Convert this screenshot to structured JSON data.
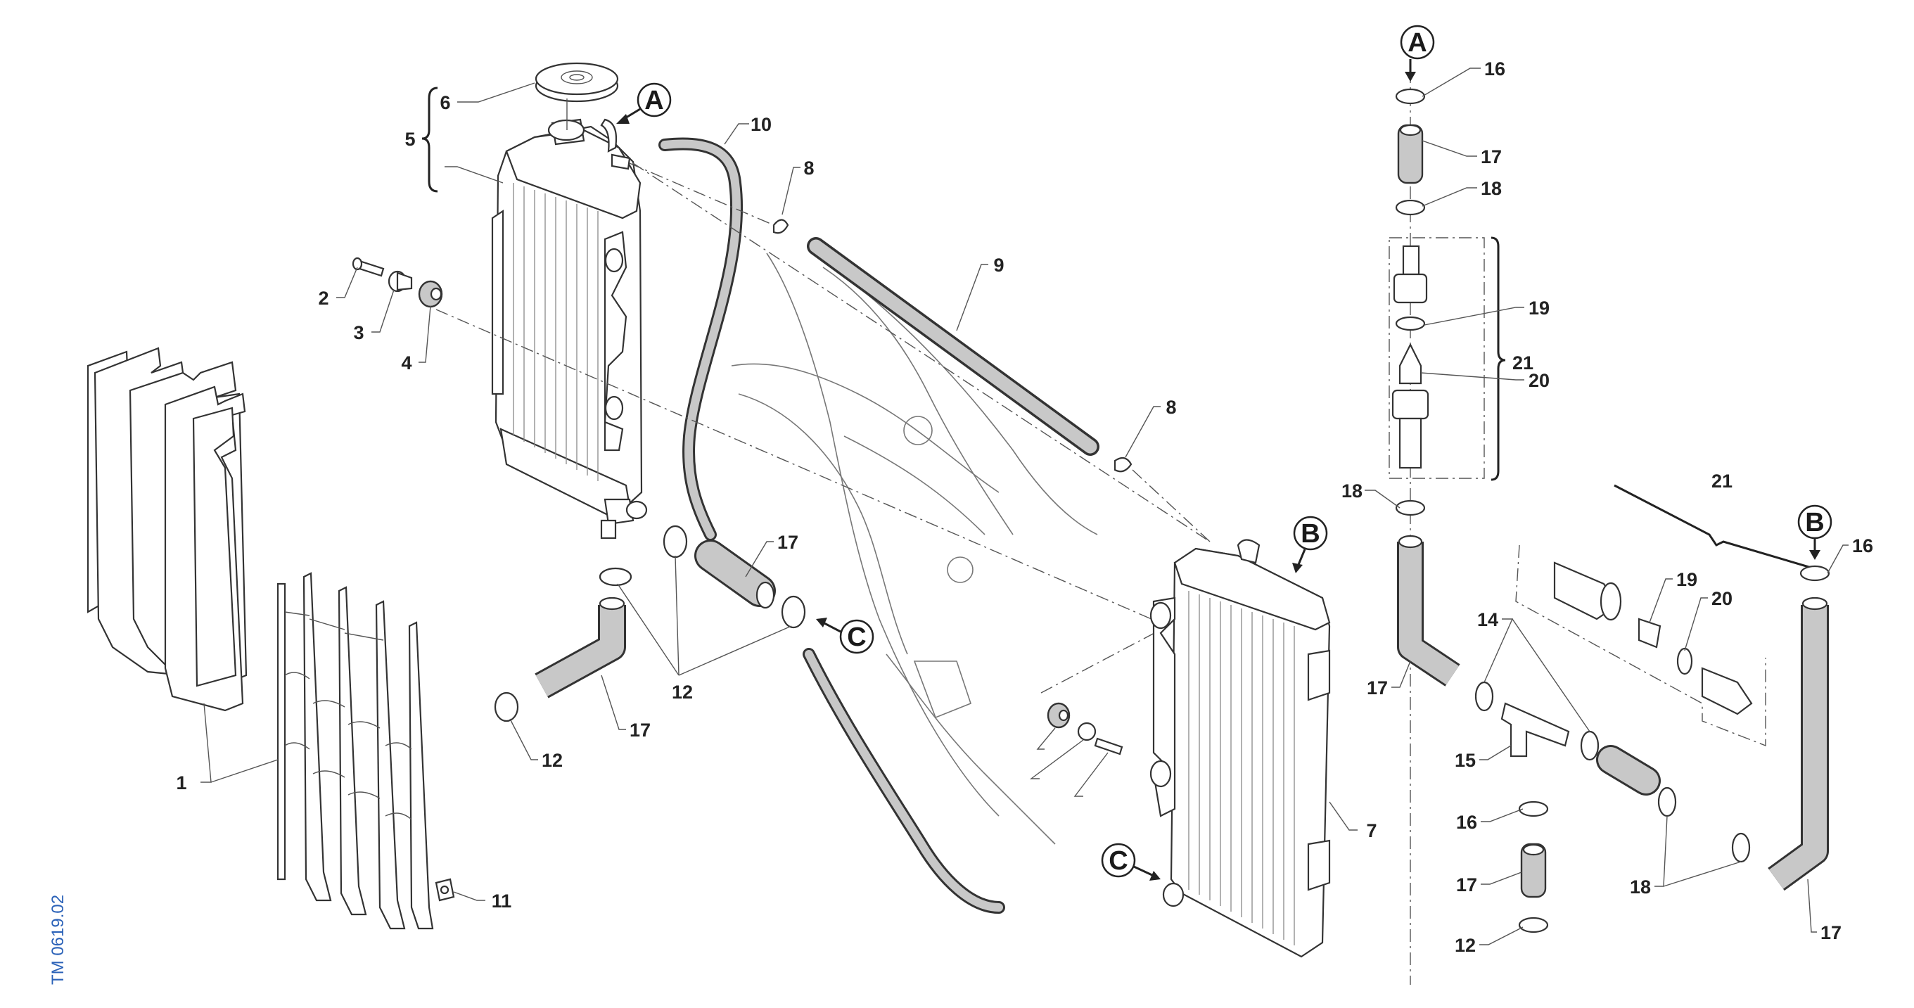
{
  "diagram": {
    "title": "Radiator / cooling system exploded view",
    "document_code": "TM 0619.02",
    "colors": {
      "line": "#333333",
      "hose_fill": "#c8c8c8",
      "doc_code": "#2b62b8",
      "background": "#ffffff"
    },
    "reference_markers": [
      {
        "id": "A",
        "where": "radiator-left-filler-neck"
      },
      {
        "id": "A",
        "where": "thermostat-column-top"
      },
      {
        "id": "B",
        "where": "radiator-right-top"
      },
      {
        "id": "B",
        "where": "right-hose-top"
      },
      {
        "id": "C",
        "where": "left-hose-outlet"
      },
      {
        "id": "C",
        "where": "radiator-right-bottom"
      }
    ],
    "callouts": [
      {
        "n": "1",
        "part": "radiator-shroud-and-guard"
      },
      {
        "n": "2",
        "part": "screw-left"
      },
      {
        "n": "3",
        "part": "bushing-left"
      },
      {
        "n": "4",
        "part": "grommet-left"
      },
      {
        "n": "5",
        "part": "radiator-left-assembly"
      },
      {
        "n": "6",
        "part": "radiator-cap"
      },
      {
        "n": "7",
        "part": "radiator-right"
      },
      {
        "n": "8",
        "part": "clip-upper"
      },
      {
        "n": "8",
        "part": "clip-lower"
      },
      {
        "n": "9",
        "part": "connecting-hose"
      },
      {
        "n": "10",
        "part": "overflow-hose"
      },
      {
        "n": "11",
        "part": "guard-fastener"
      },
      {
        "n": "12",
        "part": "hose-clamp-left-lower"
      },
      {
        "n": "12",
        "part": "hose-clamps-group"
      },
      {
        "n": "12",
        "part": "hose-clamp-bottom"
      },
      {
        "n": "14",
        "part": "hose-clamps-tee"
      },
      {
        "n": "15",
        "part": "tee-piece"
      },
      {
        "n": "16",
        "part": "hose-clamp-top-a"
      },
      {
        "n": "16",
        "part": "hose-clamp-top-b"
      },
      {
        "n": "16",
        "part": "hose-clamp-mid"
      },
      {
        "n": "17",
        "part": "hose-straight-center"
      },
      {
        "n": "17",
        "part": "hose-bent-left"
      },
      {
        "n": "17",
        "part": "hose-short-top"
      },
      {
        "n": "17",
        "part": "hose-bent-right"
      },
      {
        "n": "17",
        "part": "hose-short-bottom"
      },
      {
        "n": "17",
        "part": "hose-long-right"
      },
      {
        "n": "18",
        "part": "hose-clamp-upper"
      },
      {
        "n": "18",
        "part": "hose-clamp-lower"
      },
      {
        "n": "18",
        "part": "hose-clamps-right"
      },
      {
        "n": "19",
        "part": "o-ring-vertical"
      },
      {
        "n": "19",
        "part": "o-ring-angled"
      },
      {
        "n": "20",
        "part": "thermostat-vertical"
      },
      {
        "n": "20",
        "part": "thermostat-angled"
      },
      {
        "n": "21",
        "part": "thermostat-housing-vertical"
      },
      {
        "n": "21",
        "part": "thermostat-housing-angled"
      }
    ]
  }
}
